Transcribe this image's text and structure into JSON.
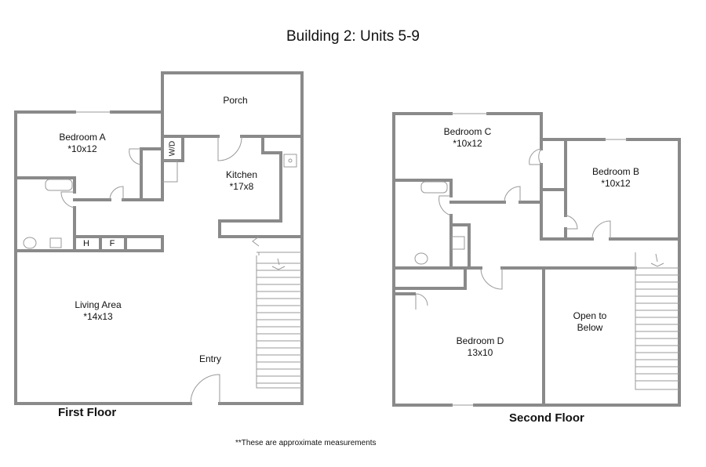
{
  "title": "Building 2: Units 5-9",
  "first_floor": {
    "label": "First Floor",
    "rooms": [
      {
        "name": "Porch",
        "size": ""
      },
      {
        "name": "Bedroom A",
        "size": "*10x12"
      },
      {
        "name": "Kitchen",
        "size": "*17x8"
      },
      {
        "name": "Living Area",
        "size": "*14x13"
      },
      {
        "name": "Entry",
        "size": ""
      }
    ],
    "closets": {
      "wd": "W/D",
      "h": "H",
      "f": "F"
    }
  },
  "second_floor": {
    "label": "Second Floor",
    "rooms": [
      {
        "name": "Bedroom C",
        "size": "*10x12"
      },
      {
        "name": "Bedroom B",
        "size": "*10x12"
      },
      {
        "name": "Bedroom D",
        "size": "13x10"
      },
      {
        "name": "Open to",
        "size": "Below"
      }
    ]
  },
  "footnote": "**These are approximate measurements"
}
